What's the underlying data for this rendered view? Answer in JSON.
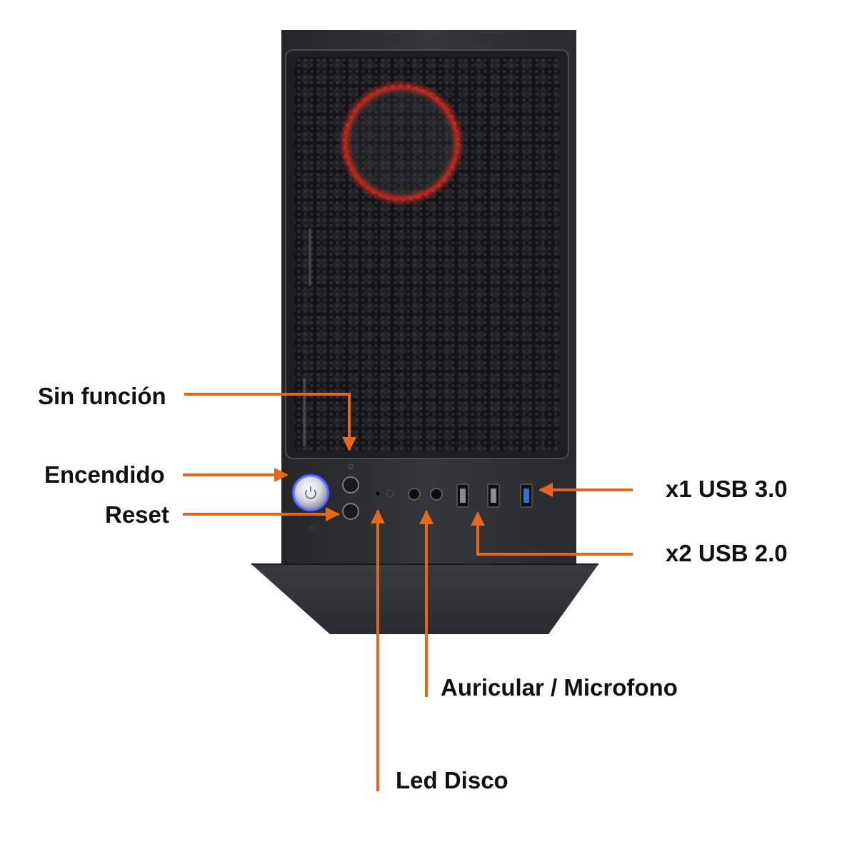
{
  "callouts": {
    "sin_funcion": "Sin función",
    "encendido": "Encendido",
    "reset": "Reset",
    "usb3": "x1 USB 3.0",
    "usb2": "x2 USB 2.0",
    "auricular_microfono": "Auricular / Microfono",
    "led_disco": "Led Disco"
  },
  "colors": {
    "arrow": "#e8661c",
    "case_body": "#2e2f31",
    "mesh": "#1b1b1d",
    "fan_glow": "#d42a1e",
    "power_ring": "#4a6cff",
    "usb3_port": "#2f6fd6",
    "text": "#111111"
  },
  "icons": {
    "power_button": "power-icon"
  }
}
